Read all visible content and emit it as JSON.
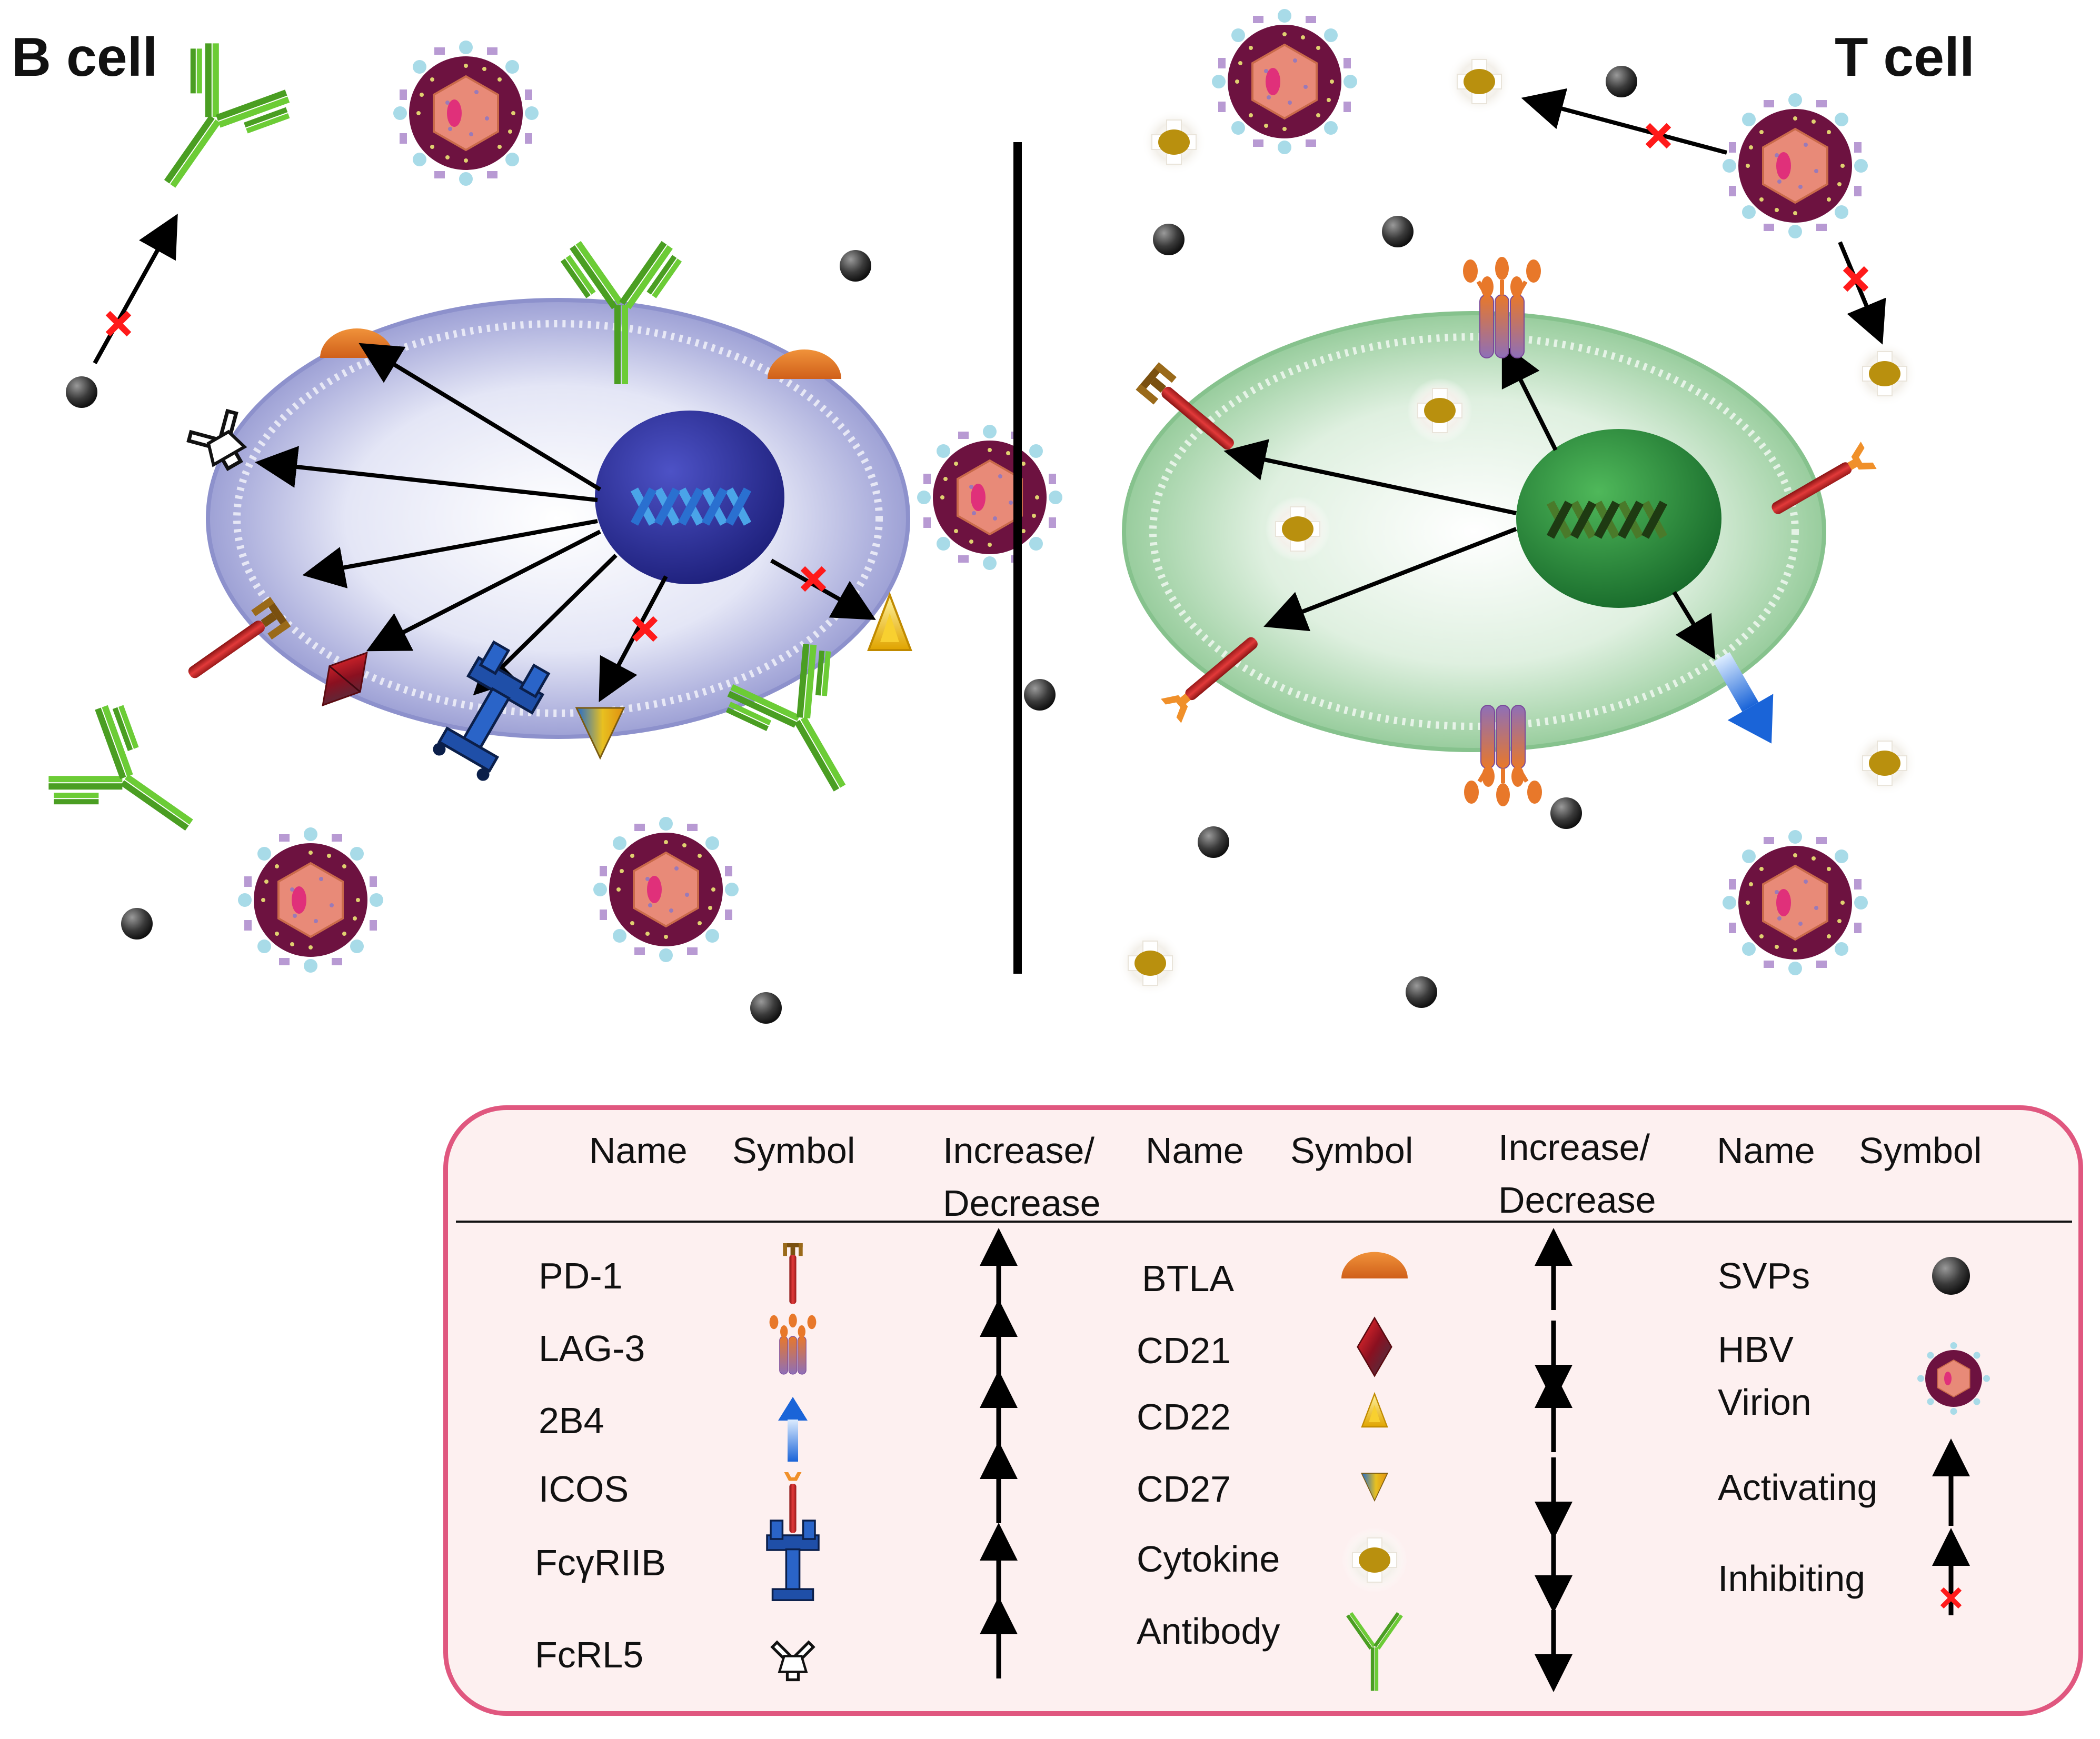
{
  "titles": {
    "b_cell": "B cell",
    "t_cell": "T cell"
  },
  "legend": {
    "headers": {
      "name": "Name",
      "symbol": "Symbol",
      "increase_decrease_1": "Increase/",
      "increase_decrease_2": "Decrease"
    },
    "column1": [
      {
        "name": "PD-1",
        "icon": "pd1-icon",
        "trend": "increase"
      },
      {
        "name": "LAG-3",
        "icon": "lag3-icon",
        "trend": "increase"
      },
      {
        "name": "2B4",
        "icon": "2b4-icon",
        "trend": "increase"
      },
      {
        "name": "ICOS",
        "icon": "icos-icon",
        "trend": "increase"
      },
      {
        "name": "FcγRIIB",
        "icon": "fcgriib-icon",
        "trend": "increase"
      },
      {
        "name": "FcRL5",
        "icon": "fcrl5-icon",
        "trend": "increase"
      }
    ],
    "column2": [
      {
        "name": "BTLA",
        "icon": "btla-icon",
        "trend": "increase"
      },
      {
        "name": "CD21",
        "icon": "cd21-icon",
        "trend": "decrease"
      },
      {
        "name": "CD22",
        "icon": "cd22-icon",
        "trend": "increase"
      },
      {
        "name": "CD27",
        "icon": "cd27-icon",
        "trend": "decrease"
      },
      {
        "name": "Cytokine",
        "icon": "cytokine-icon",
        "trend": "decrease"
      },
      {
        "name": "Antibody",
        "icon": "antibody-icon",
        "trend": "decrease"
      }
    ],
    "column3": {
      "svps": "SVPs",
      "hbv_virion_1": "HBV",
      "hbv_virion_2": "Virion",
      "activating": "Activating",
      "inhibiting": "Inhibiting"
    }
  },
  "colors": {
    "legend_border": "#e0577f",
    "legend_bg": "#fdf0f0",
    "b_cell": "#9a9fd6",
    "b_nucleus": "#2b2f9a",
    "t_cell": "#8fc99a",
    "t_nucleus": "#2a8a3a",
    "antibody": "#5cb82e",
    "inhibit_mark": "#ff1a1a"
  }
}
